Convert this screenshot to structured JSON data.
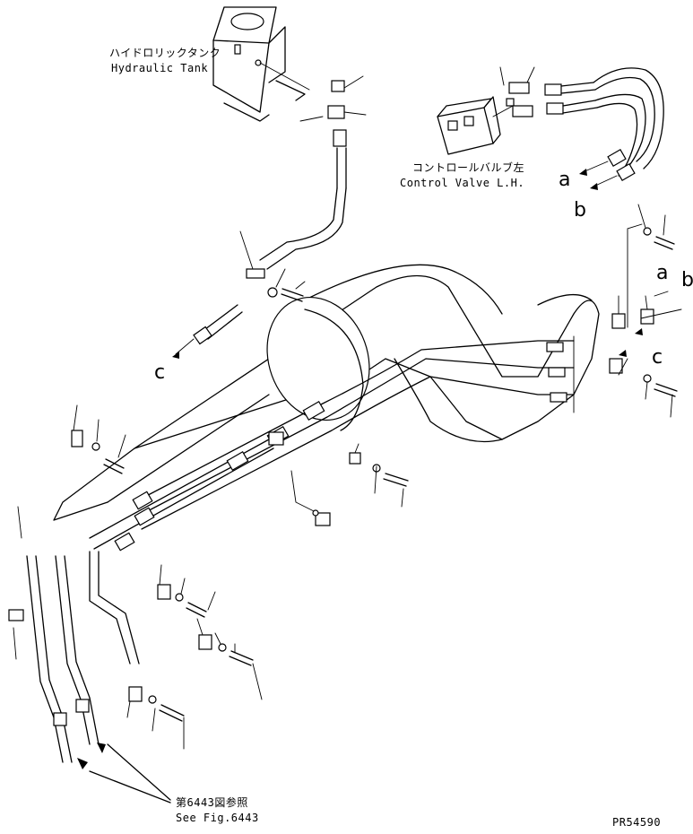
{
  "labels": {
    "hydraulic_tank_jp": "ハイドロリックタンク",
    "hydraulic_tank_en": "Hydraulic Tank",
    "control_valve_jp": "コントロールバルブ左",
    "control_valve_en": "Control Valve L.H.",
    "see_fig_jp": "第6443図参照",
    "see_fig_en": "See Fig.6443",
    "drawing_code": "PR54590"
  },
  "connection_letters": {
    "a_top": "a",
    "b_top": "b",
    "a_right": "a",
    "b_right": "b",
    "c_right": "c",
    "c_left": "c"
  }
}
